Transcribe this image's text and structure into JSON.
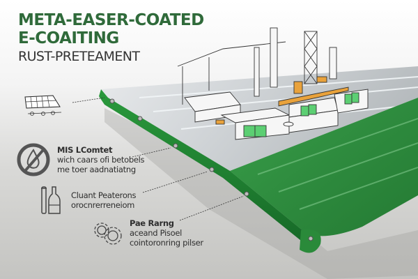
{
  "header": {
    "title_lines": [
      "META-EASER-COATED",
      "E-COAITING"
    ],
    "subtitle": "RUST-PRETEAMENT"
  },
  "features": [
    {
      "icon": "solar-panel-icon",
      "head": "",
      "body": []
    },
    {
      "icon": "no-water-drop-icon",
      "head": "MIS LComtet",
      "body": [
        "wich caars ofi betobels",
        "me toer aadnatiatng"
      ]
    },
    {
      "icon": "bottles-icon",
      "head": "Cluant Peaterons",
      "body": [
        "orocnrerreneiom"
      ]
    },
    {
      "icon": "gears-icon",
      "head": "Pae Rarng",
      "body": [
        "aceand Pisoel",
        "cointoronring pilser"
      ]
    }
  ],
  "colors": {
    "title_green": "#2f6a3a",
    "coating_green": "#2e8b3e",
    "edge_green": "#1f7a32",
    "accent_orange": "#e9a23b",
    "window_green": "#5ccf73"
  }
}
